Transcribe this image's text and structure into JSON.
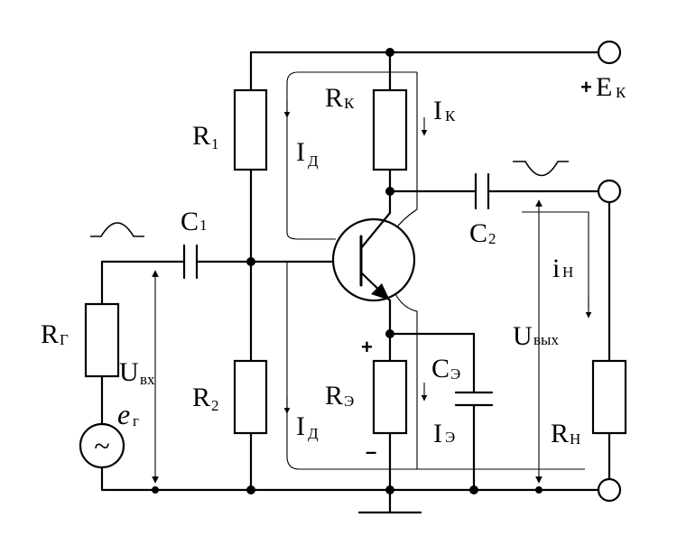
{
  "labels": {
    "r1": {
      "main": "R",
      "sub": "1"
    },
    "r2": {
      "main": "R",
      "sub": "2"
    },
    "rk": {
      "main": "R",
      "sub": "К"
    },
    "re": {
      "main": "R",
      "sub": "Э"
    },
    "rg": {
      "main": "R",
      "sub": "Г"
    },
    "rn": {
      "main": "R",
      "sub": "Н"
    },
    "c1": {
      "main": "C",
      "sub": "1"
    },
    "c2": {
      "main": "C",
      "sub": "2"
    },
    "ce": {
      "main": "C",
      "sub": "Э"
    },
    "ik": {
      "main": "I",
      "sub": "К"
    },
    "ie": {
      "main": "I",
      "sub": "Э"
    },
    "id_top": {
      "main": "I",
      "sub": "Д"
    },
    "id_bottom": {
      "main": "I",
      "sub": "Д"
    },
    "in": {
      "main": "i",
      "sub": "Н"
    },
    "uin": {
      "main": "U",
      "sub": "вх"
    },
    "uout": {
      "main": "U",
      "sub": "вых"
    },
    "eg": {
      "main": "e",
      "sub": "г"
    },
    "ek": {
      "sign": "+",
      "main": "E",
      "sub": "К"
    },
    "ce_plus": "+",
    "ce_minus": "–",
    "source_symbol": "~"
  }
}
